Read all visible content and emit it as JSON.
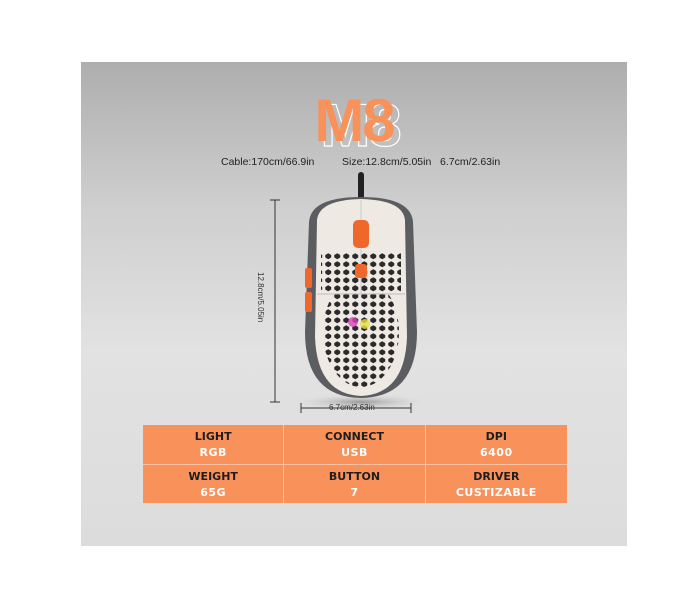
{
  "product": {
    "model": "M8",
    "cable": "Cable:170cm/66.9in",
    "size": "Size:12.8cm/5.05in   6.7cm/2.63in",
    "height_dim": "12.8cm/5.05in",
    "width_dim": "6.7cm/2.63in"
  },
  "colors": {
    "accent": "#f9915a"
  },
  "specs": [
    {
      "label": "LIGHT",
      "value": "RGB"
    },
    {
      "label": "CONNECT",
      "value": "USB"
    },
    {
      "label": "DPI",
      "value": "6400"
    },
    {
      "label": "WEIGHT",
      "value": "65G"
    },
    {
      "label": "BUTTON",
      "value": "7"
    },
    {
      "label": "DRIVER",
      "value": "CUSTIZABLE"
    }
  ]
}
